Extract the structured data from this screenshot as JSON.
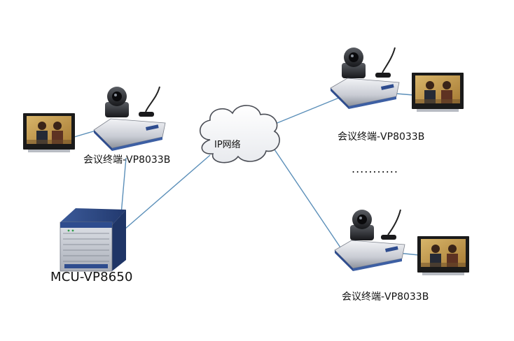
{
  "cloud": {
    "label": "IP网络"
  },
  "mcu": {
    "label": "MCU-VP8650"
  },
  "terminals": [
    {
      "id": "left",
      "label": "会议终端-VP8033B"
    },
    {
      "id": "top-right",
      "label": "会议终端-VP8033B"
    },
    {
      "id": "bottom-right",
      "label": "会议终端-VP8033B"
    }
  ],
  "ellipsis": "...........",
  "colors": {
    "link": "#5b8fb9",
    "device_blue": "#2e4c8e",
    "screen_frame": "#111111"
  }
}
